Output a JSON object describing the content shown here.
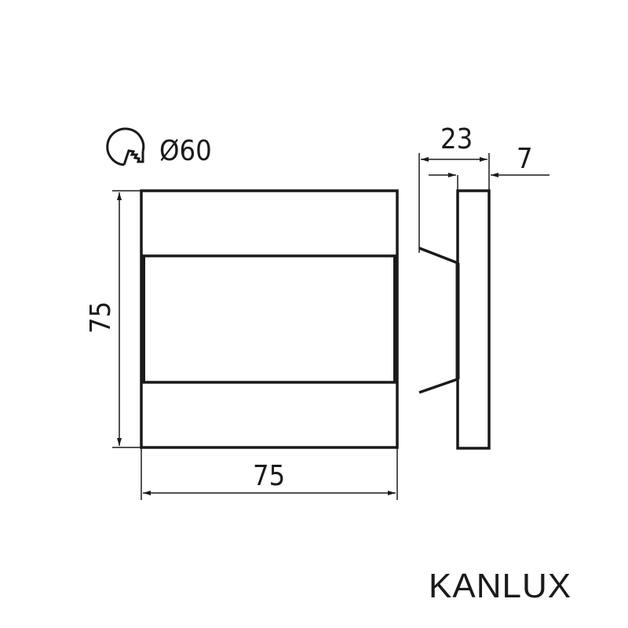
{
  "drawing": {
    "cutout_diameter_label": "Ø60",
    "front_height_label": "75",
    "front_width_label": "75",
    "side_depth_label": "23",
    "side_protrusion_label": "7",
    "icon": "hole-saw-icon"
  },
  "brand": "KANLUX",
  "colors": {
    "line": "#1a1a1a",
    "background": "#ffffff"
  }
}
